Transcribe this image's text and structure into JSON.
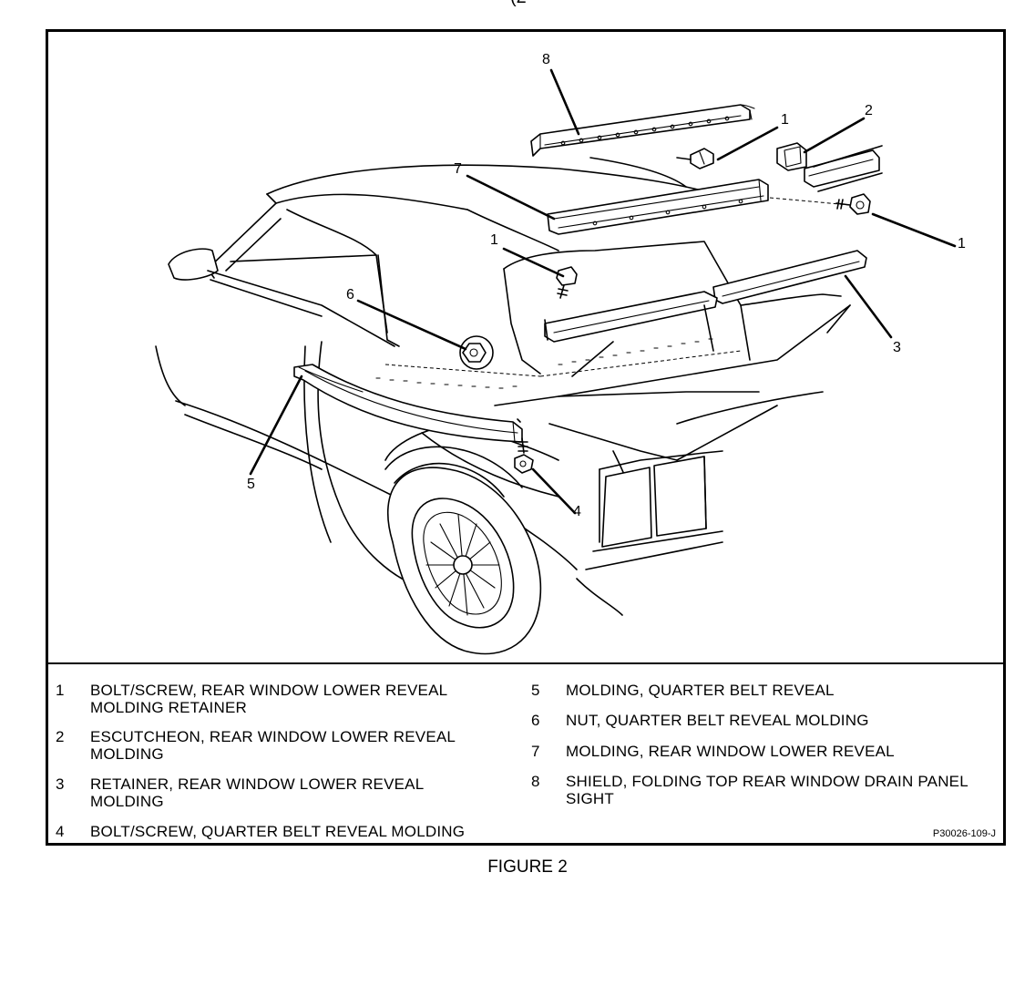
{
  "page": {
    "top_fragment": "(2",
    "caption": "FIGURE 2",
    "part_code": "P30026-109-J"
  },
  "callouts": [
    {
      "id": "c8",
      "number": "8"
    },
    {
      "id": "c1a",
      "number": "1"
    },
    {
      "id": "c2",
      "number": "2"
    },
    {
      "id": "c7",
      "number": "7"
    },
    {
      "id": "c1b",
      "number": "1"
    },
    {
      "id": "c1c",
      "number": "1"
    },
    {
      "id": "c6",
      "number": "6"
    },
    {
      "id": "c3",
      "number": "3"
    },
    {
      "id": "c5",
      "number": "5"
    },
    {
      "id": "c4",
      "number": "4"
    }
  ],
  "legend": [
    {
      "number": "1",
      "text": "BOLT/SCREW, REAR WINDOW LOWER REVEAL MOLDING RETAINER"
    },
    {
      "number": "2",
      "text": "ESCUTCHEON, REAR WINDOW LOWER REVEAL MOLDING"
    },
    {
      "number": "3",
      "text": "RETAINER, REAR WINDOW LOWER REVEAL MOLDING"
    },
    {
      "number": "4",
      "text": "BOLT/SCREW, QUARTER BELT REVEAL MOLDING"
    },
    {
      "number": "5",
      "text": "MOLDING, QUARTER BELT REVEAL"
    },
    {
      "number": "6",
      "text": "NUT, QUARTER BELT REVEAL MOLDING"
    },
    {
      "number": "7",
      "text": "MOLDING, REAR WINDOW LOWER REVEAL"
    },
    {
      "number": "8",
      "text": "SHIELD, FOLDING TOP REAR WINDOW DRAIN PANEL SIGHT"
    }
  ]
}
